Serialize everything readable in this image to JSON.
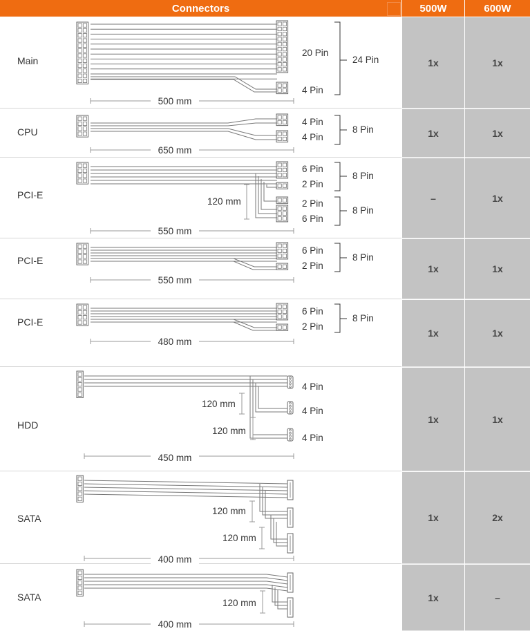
{
  "header": {
    "connectors": "Connectors",
    "col500": "500W",
    "col600": "600W"
  },
  "rows": [
    {
      "label": "Main",
      "length": "500 mm",
      "conn": [
        "20 Pin",
        "4 Pin"
      ],
      "group": [
        "24 Pin"
      ],
      "v500": "1x",
      "v600": "1x"
    },
    {
      "label": "CPU",
      "length": "650 mm",
      "conn": [
        "4 Pin",
        "4 Pin"
      ],
      "group": [
        "8 Pin"
      ],
      "v500": "1x",
      "v600": "1x"
    },
    {
      "label": "PCI-E",
      "length": "550 mm",
      "conn": [
        "6 Pin",
        "2 Pin",
        "2 Pin",
        "6 Pin"
      ],
      "group": [
        "8 Pin",
        "8 Pin"
      ],
      "spacer": [
        "120 mm"
      ],
      "v500": "–",
      "v600": "1x"
    },
    {
      "label": "PCI-E",
      "length": "550 mm",
      "conn": [
        "6 Pin",
        "2 Pin"
      ],
      "group": [
        "8 Pin"
      ],
      "v500": "1x",
      "v600": "1x"
    },
    {
      "label": "PCI-E",
      "length": "480 mm",
      "conn": [
        "6 Pin",
        "2 Pin"
      ],
      "group": [
        "8 Pin"
      ],
      "v500": "1x",
      "v600": "1x"
    },
    {
      "label": "HDD",
      "length": "450 mm",
      "conn": [
        "4 Pin",
        "4 Pin",
        "4 Pin"
      ],
      "spacer": [
        "120 mm",
        "120 mm"
      ],
      "v500": "1x",
      "v600": "1x"
    },
    {
      "label": "SATA",
      "length": "400 mm",
      "spacer": [
        "120 mm",
        "120 mm"
      ],
      "v500": "1x",
      "v600": "2x"
    },
    {
      "label": "SATA",
      "length": "400 mm",
      "spacer": [
        "120 mm"
      ],
      "v500": "1x",
      "v600": "–"
    }
  ]
}
